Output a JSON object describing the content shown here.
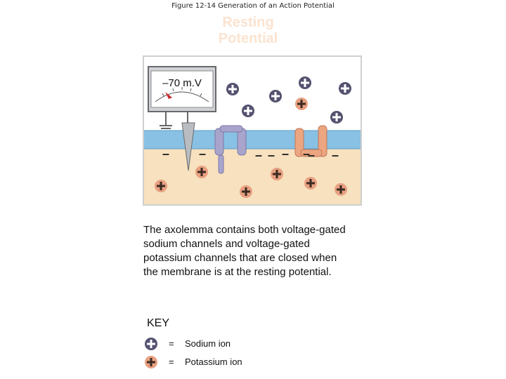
{
  "figure_title": "Figure 12-14 Generation of an Action Potential",
  "heading": "Resting\nPotential",
  "diagram": {
    "voltmeter_reading": "–70 m.V",
    "membrane_charges": [
      "–",
      "–",
      "–",
      "–",
      "–",
      "–",
      "–",
      "–"
    ],
    "colors": {
      "extracellular": "#ffffff",
      "cytoplasm": "#f7e1bf",
      "membrane": "#88c1e3",
      "sodium_ion": "#545270",
      "potassium_ion": "#e8a080",
      "sodium_channel": "#a8a4cc",
      "potassium_channel": "#eba580"
    }
  },
  "description": "The axolemma contains both voltage-gated sodium channels and voltage-gated potassium channels that are closed when the membrane is at the resting potential.",
  "key": {
    "title": "KEY",
    "items": [
      {
        "icon": "sodium-ion-icon",
        "equals": "=",
        "label": "Sodium ion"
      },
      {
        "icon": "potassium-ion-icon",
        "equals": "=",
        "label": "Potassium ion"
      }
    ]
  }
}
